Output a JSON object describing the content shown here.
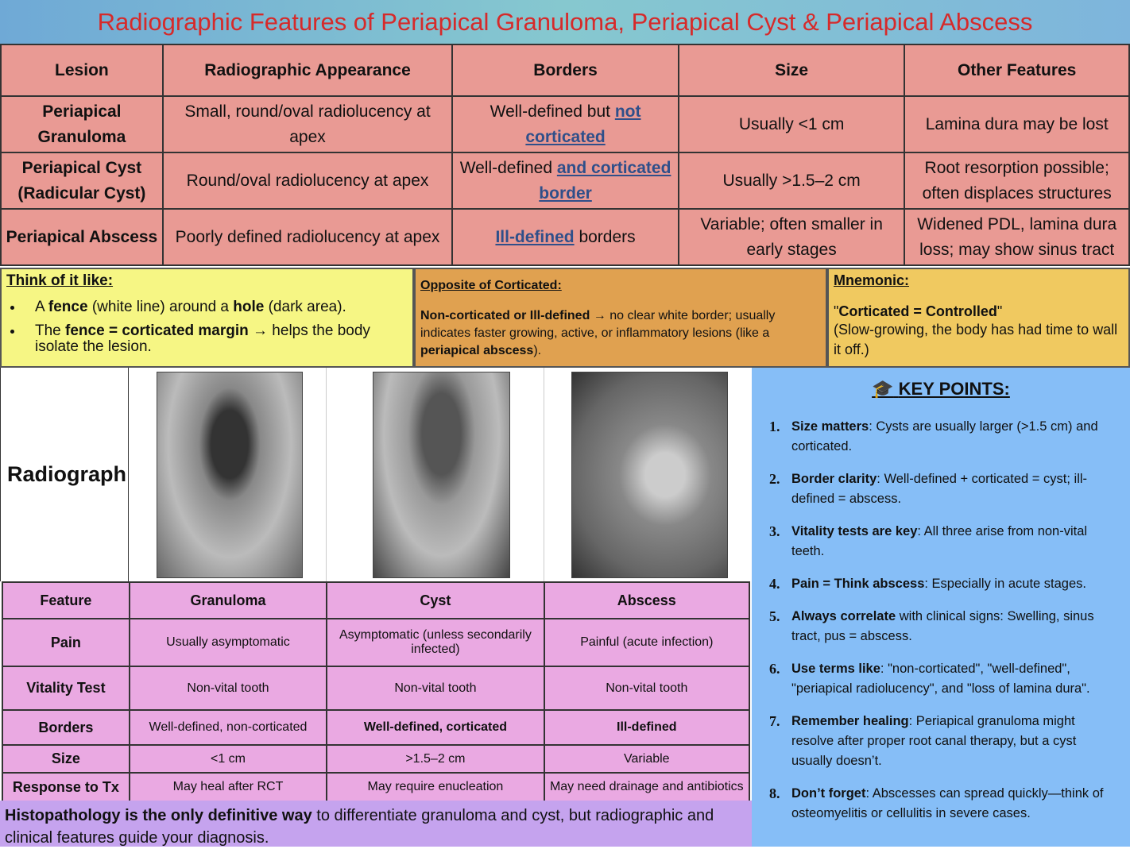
{
  "title": "Radiographic Features of Periapical Granuloma, Periapical Cyst & Periapical Abscess",
  "main_table": {
    "headers": [
      "Lesion",
      "Radiographic Appearance",
      "Borders",
      "Size",
      "Other Features"
    ],
    "rows": [
      {
        "lesion": "Periapical Granuloma",
        "appearance": "Small, round/oval radiolucency at apex",
        "borders_pre": "Well-defined but ",
        "borders_link": "not corticated",
        "borders_post": "",
        "size": "Usually <1 cm",
        "other": "Lamina dura may be lost"
      },
      {
        "lesion": "Periapical Cyst (Radicular Cyst)",
        "appearance": "Round/oval radiolucency at apex",
        "borders_pre": "Well-defined ",
        "borders_link": "and corticated border",
        "borders_post": "",
        "size": "Usually >1.5–2 cm",
        "other": "Root resorption possible; often displaces structures"
      },
      {
        "lesion": "Periapical Abscess",
        "appearance": "Poorly defined radiolucency at apex",
        "borders_pre": "",
        "borders_link": "Ill-defined",
        "borders_post": " borders",
        "size": "Variable; often smaller in early stages",
        "other": "Widened PDL, lamina dura loss; may show sinus tract"
      }
    ]
  },
  "think": {
    "heading": "Think of it like:",
    "b1": [
      "A ",
      "fence",
      " (white line) around a ",
      "hole",
      " (dark area)."
    ],
    "b2": [
      "The ",
      "fence = corticated margin",
      " → helps the body isolate the lesion."
    ]
  },
  "opposite": {
    "heading": "Opposite of Corticated:",
    "bold1": "Non-corticated or Ill-defined",
    "text1": " → no clear white border; usually indicates faster growing, active, or inflammatory lesions (like a ",
    "bold2": "periapical abscess",
    "text2": ")."
  },
  "mnemonic": {
    "heading": "Mnemonic:",
    "quote": "Corticated = Controlled",
    "text": "(Slow-growing, the body has had time to wall it off.)"
  },
  "radiograph_label": "Radiograph",
  "compare": {
    "headers": [
      "Feature",
      "Granuloma",
      "Cyst",
      "Abscess"
    ],
    "rows": [
      [
        "Pain",
        "Usually asymptomatic",
        "Asymptomatic (unless secondarily infected)",
        "Painful (acute infection)"
      ],
      [
        "Vitality Test",
        "Non-vital tooth",
        "Non-vital tooth",
        "Non-vital tooth"
      ],
      [
        "Borders",
        "Well-defined, non-corticated",
        "Well-defined, corticated",
        "Ill-defined"
      ],
      [
        "Size",
        "<1 cm",
        ">1.5–2 cm",
        "Variable"
      ],
      [
        "Response to Tx",
        "May heal after RCT",
        "May require enucleation",
        "May need drainage and antibiotics"
      ]
    ]
  },
  "footer": {
    "bold": "Histopathology is the only definitive way",
    "text": " to differentiate granuloma and cyst, but radiographic and clinical features guide your diagnosis."
  },
  "key_points": {
    "icon": "graduation-cap",
    "heading": "KEY POINTS:",
    "items": [
      {
        "n": "1.",
        "b": "Size matters",
        "t": ": Cysts are usually larger (>1.5 cm) and corticated."
      },
      {
        "n": "2.",
        "b": "Border clarity",
        "t": ": Well-defined + corticated = cyst; ill-defined = abscess."
      },
      {
        "n": "3.",
        "b": "Vitality tests are key",
        "t": ": All three arise from non-vital teeth."
      },
      {
        "n": "4.",
        "b": "Pain = Think abscess",
        "t": ": Especially in acute stages."
      },
      {
        "n": "5.",
        "b": "Always correlate",
        "t": " with clinical signs: Swelling, sinus tract, pus = abscess."
      },
      {
        "n": "6.",
        "b": "Use terms like",
        "t": ": \"non-corticated\", \"well-defined\", \"periapical radiolucency\", and \"loss of lamina dura\"."
      },
      {
        "n": "7.",
        "b": "Remember healing",
        "t": ": Periapical granuloma might resolve after proper root canal therapy, but a cyst usually doesn’t."
      },
      {
        "n": "8.",
        "b": "Don’t forget",
        "t": ": Abscesses can spread quickly—think of osteomyelitis or cellulitis in severe cases."
      }
    ]
  }
}
